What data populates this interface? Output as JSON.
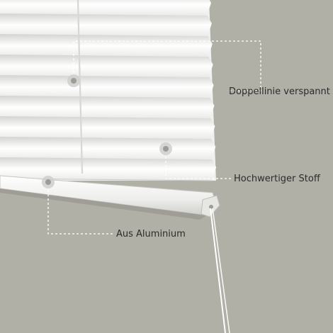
{
  "image": {
    "subject": "white pleated blind with aluminium bottom rail",
    "background_color": "#b1b0a7",
    "fabric_color": "#f4f4f2",
    "callout_line_color": "#ffffff"
  },
  "callouts": [
    {
      "id": "double-line",
      "text": "Doppellinie verspannt"
    },
    {
      "id": "fabric",
      "text": "Hochwertiger Stoff"
    },
    {
      "id": "aluminium",
      "text": "Aus Aluminium"
    }
  ]
}
